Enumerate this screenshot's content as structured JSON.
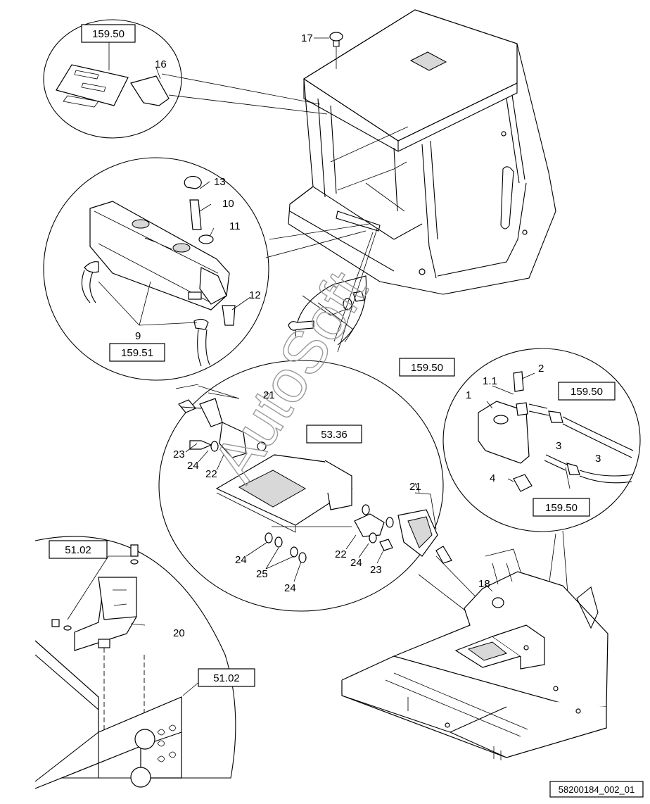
{
  "drawing_number": "58200184_002_01",
  "watermark": "AutoSoft",
  "reference_boxes": [
    {
      "id": "ref-top-left",
      "text": "159.50"
    },
    {
      "id": "ref-left-detail",
      "text": "159.51"
    },
    {
      "id": "ref-bolt-detail",
      "text": "159.50"
    },
    {
      "id": "ref-right-top",
      "text": "159.50"
    },
    {
      "id": "ref-right-bottom",
      "text": "159.50"
    },
    {
      "id": "ref-center",
      "text": "53.36"
    },
    {
      "id": "ref-bottom-left",
      "text": "51.02"
    },
    {
      "id": "ref-bottom-center",
      "text": "51.02"
    }
  ],
  "callouts": [
    {
      "id": "c17",
      "text": "17"
    },
    {
      "id": "c16",
      "text": "16"
    },
    {
      "id": "c13",
      "text": "13"
    },
    {
      "id": "c10",
      "text": "10"
    },
    {
      "id": "c11",
      "text": "11"
    },
    {
      "id": "c12",
      "text": "12"
    },
    {
      "id": "c9",
      "text": "9"
    },
    {
      "id": "c2",
      "text": "2"
    },
    {
      "id": "c1-1",
      "text": "1.1"
    },
    {
      "id": "c1",
      "text": "1"
    },
    {
      "id": "c3a",
      "text": "3"
    },
    {
      "id": "c3b",
      "text": "3"
    },
    {
      "id": "c4",
      "text": "4"
    },
    {
      "id": "c21a",
      "text": "21"
    },
    {
      "id": "c21b",
      "text": "21"
    },
    {
      "id": "c23a",
      "text": "23"
    },
    {
      "id": "c24a",
      "text": "24"
    },
    {
      "id": "c22a",
      "text": "22"
    },
    {
      "id": "c22b",
      "text": "22"
    },
    {
      "id": "c24b",
      "text": "24"
    },
    {
      "id": "c23b",
      "text": "23"
    },
    {
      "id": "c24c",
      "text": "24"
    },
    {
      "id": "c25",
      "text": "25"
    },
    {
      "id": "c24d",
      "text": "24"
    },
    {
      "id": "c18",
      "text": "18"
    },
    {
      "id": "c20",
      "text": "20"
    }
  ]
}
